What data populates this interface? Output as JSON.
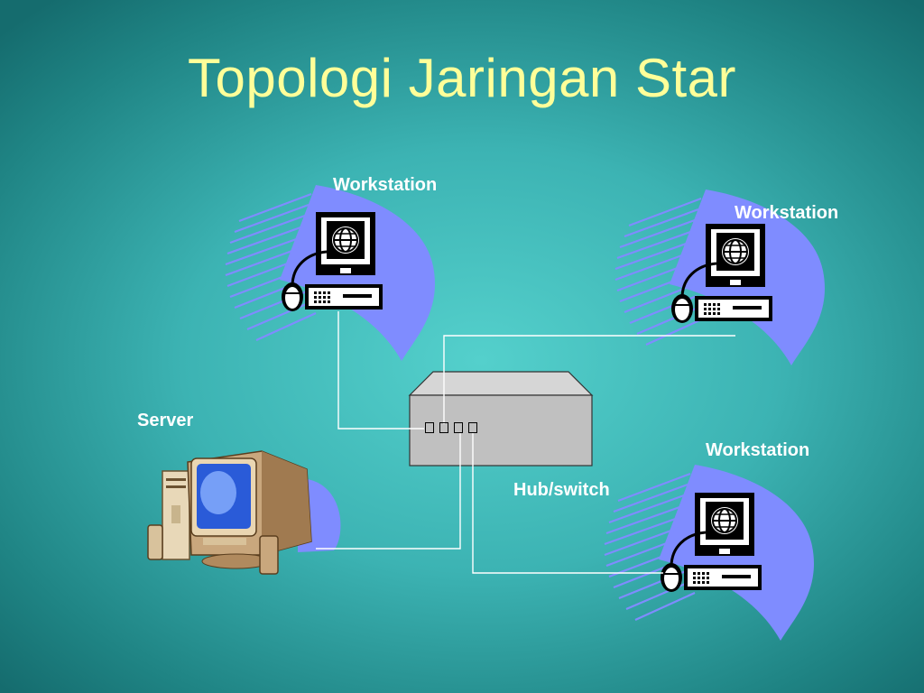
{
  "slide": {
    "title": "Topologi Jaringan Star"
  },
  "nodes": {
    "workstation_top_left": "Workstation",
    "workstation_top_right": "Workstation",
    "workstation_bottom_right": "Workstation",
    "server": "Server",
    "hub": "Hub/switch"
  },
  "colors": {
    "title": "#ffff99",
    "labels": "#ffffff",
    "swoosh": "#7f8cff",
    "cables": "#ffffff",
    "hub_body": "#c0c0c0"
  }
}
